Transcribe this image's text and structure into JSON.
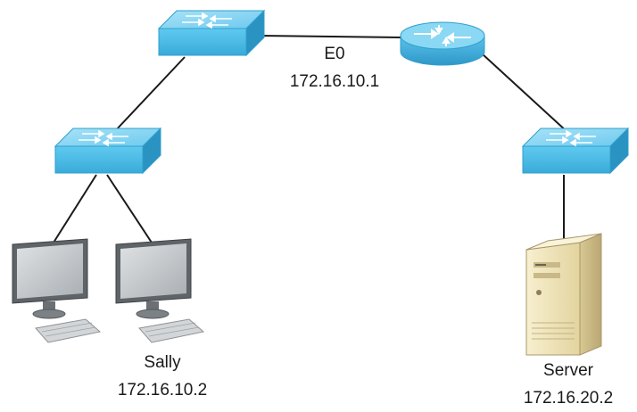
{
  "labels": {
    "router_interface": "E0",
    "router_ip": "172.16.10.1",
    "sally_name": "Sally",
    "sally_ip": "172.16.10.2",
    "server_name": "Server",
    "server_ip": "172.16.20.2"
  },
  "colors": {
    "switch_fill": "#55c3ec",
    "switch_top": "#8ad8f4",
    "switch_dark": "#2f9fcc",
    "router_fill": "#4eb8e6",
    "router_top": "#86d3f2",
    "link": "#1a1a1a",
    "monitor_frame": "#5f6468",
    "monitor_screen": "#c4c8cb",
    "server_body": "#efe3b6",
    "server_side": "#c9b988"
  },
  "icons": {
    "switch": "switch-icon",
    "router": "router-icon",
    "workstation": "monitor-icon",
    "server": "server-icon"
  }
}
